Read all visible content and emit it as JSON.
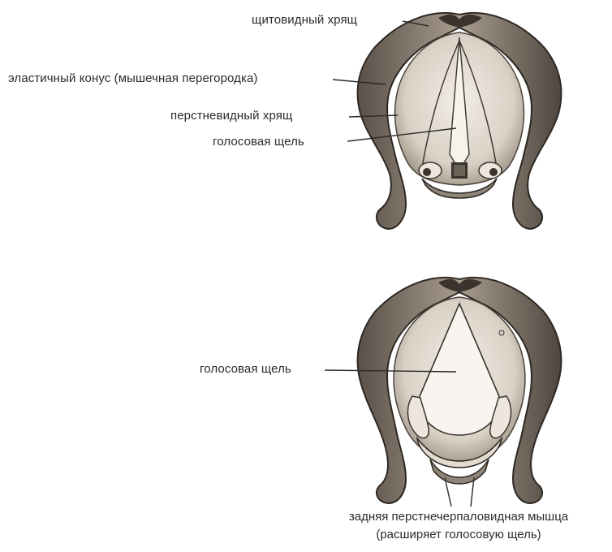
{
  "top_diagram": {
    "labels": {
      "thyroid": "щитовидный хрящ",
      "conus": "эластичный конус (мышечная перегородка)",
      "cricoid": "перстневидный хрящ",
      "glottis": "голосовая щель"
    }
  },
  "bottom_diagram": {
    "labels": {
      "glottis": "голосовая щель",
      "muscle_line1": "задняя перстнечерпаловидная мышца",
      "muscle_line2": "(расширяет голосовую щель)"
    }
  },
  "colors": {
    "ink": "#2b2b2b",
    "cartilage_fill": "#e9e3da",
    "cartilage_shade": "#6b6258",
    "dark_fill": "#3b342e",
    "background": "#ffffff"
  }
}
